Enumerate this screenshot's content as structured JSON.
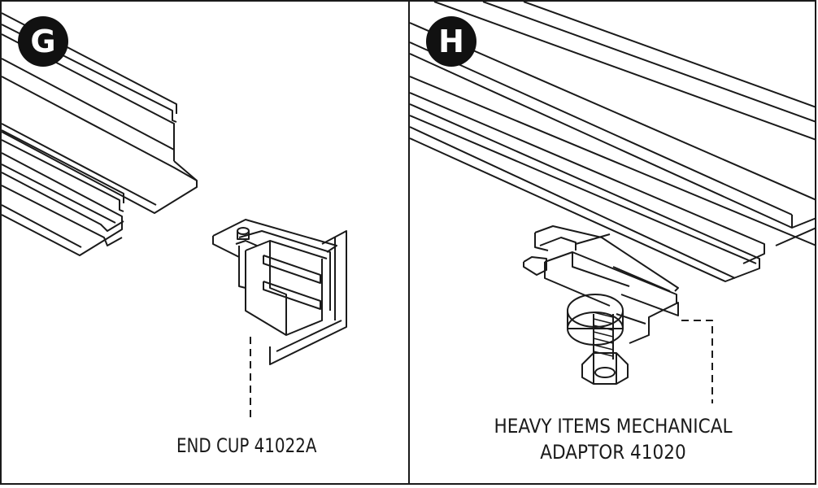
{
  "panels": {
    "g": {
      "badge": "G",
      "caption": "END CUP 41022A"
    },
    "h": {
      "badge": "H",
      "caption_line1": "HEAVY ITEMS MECHANICAL",
      "caption_line2": "ADAPTOR 41020"
    }
  },
  "colors": {
    "line": "#1a1a1a",
    "badge_fill": "#111111",
    "badge_text": "#ffffff",
    "background": "#ffffff"
  }
}
